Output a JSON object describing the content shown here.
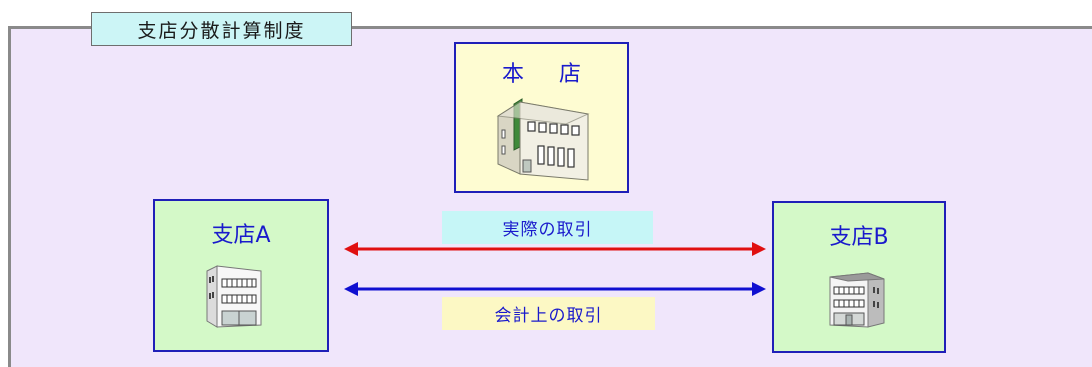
{
  "title": "支店分散計算制度",
  "head_office": {
    "label": "本 店",
    "icon": "office-building-icon"
  },
  "branch_a": {
    "label": "支店A",
    "icon": "building-icon"
  },
  "branch_b": {
    "label": "支店B",
    "icon": "building-icon"
  },
  "transactions": {
    "actual_label": "実際の取引",
    "accounting_label": "会計上の取引"
  },
  "colors": {
    "panel_background": "#f0e6fb",
    "title_background": "#ccf5f6",
    "head_office_background": "#fefcd2",
    "branch_background": "#d4f9c8",
    "box_border": "#1f1fb8",
    "label_text": "#1a1acc",
    "actual_arrow": "#e01010",
    "accounting_arrow": "#1010d0",
    "actual_label_background": "#c6f6f7",
    "accounting_label_background": "#fcf8c4"
  }
}
